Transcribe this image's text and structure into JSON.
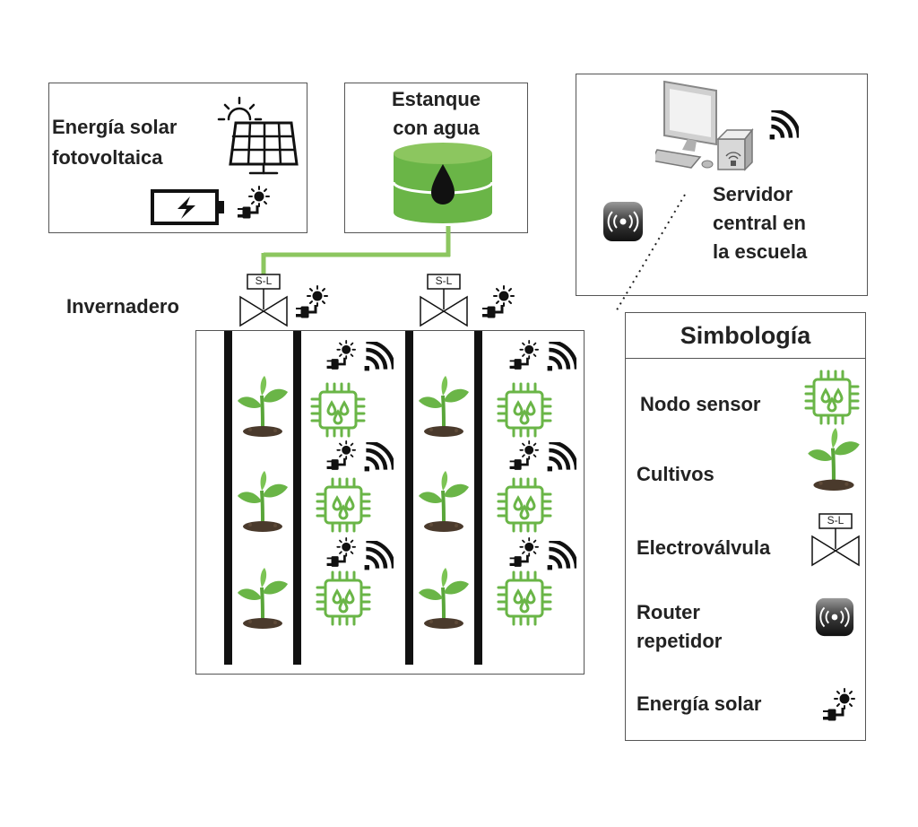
{
  "energy_box": {
    "title": "Energía solar fotovoltaica",
    "line1": "Energía solar",
    "line2": "fotovoltaica"
  },
  "tank_box": {
    "line1": "Estanque",
    "line2": "con agua"
  },
  "server_box": {
    "line1": "Servidor",
    "line2": "central en",
    "line3": "la escuela"
  },
  "greenhouse": {
    "label": "Invernadero",
    "valve_label": "S-L"
  },
  "legend": {
    "title": "Simbología",
    "items": [
      {
        "label": "Nodo sensor",
        "icon": "sensor-node-icon"
      },
      {
        "label": "Cultivos",
        "icon": "plant-icon"
      },
      {
        "label": "Electroválvula",
        "icon": "solenoid-valve-icon",
        "tag": "S-L"
      },
      {
        "label_line1": "Router",
        "label_line2": "repetidor",
        "icon": "router-icon"
      },
      {
        "label": "Energía solar",
        "icon": "solar-plug-icon"
      }
    ]
  },
  "colors": {
    "green": "#6ab547",
    "green_dark": "#4b9a2e",
    "pipe": "#8cc65f",
    "black": "#111111"
  }
}
